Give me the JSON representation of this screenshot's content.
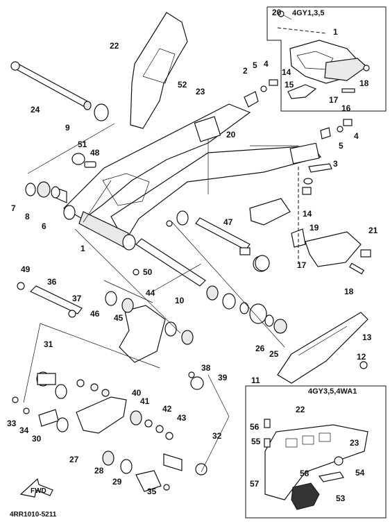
{
  "diagram": {
    "callouts": [
      {
        "n": "1"
      },
      {
        "n": "2"
      },
      {
        "n": "3"
      },
      {
        "n": "4"
      },
      {
        "n": "5"
      },
      {
        "n": "6"
      },
      {
        "n": "7"
      },
      {
        "n": "8"
      },
      {
        "n": "9"
      },
      {
        "n": "10"
      },
      {
        "n": "11"
      },
      {
        "n": "12"
      },
      {
        "n": "13"
      },
      {
        "n": "14"
      },
      {
        "n": "15"
      },
      {
        "n": "16"
      },
      {
        "n": "17"
      },
      {
        "n": "18"
      },
      {
        "n": "19"
      },
      {
        "n": "20"
      },
      {
        "n": "21"
      },
      {
        "n": "22"
      },
      {
        "n": "23"
      },
      {
        "n": "24"
      },
      {
        "n": "25"
      },
      {
        "n": "26"
      },
      {
        "n": "27"
      },
      {
        "n": "28"
      },
      {
        "n": "29"
      },
      {
        "n": "30"
      },
      {
        "n": "31"
      },
      {
        "n": "32"
      },
      {
        "n": "33"
      },
      {
        "n": "34"
      },
      {
        "n": "35"
      },
      {
        "n": "36"
      },
      {
        "n": "37"
      },
      {
        "n": "38"
      },
      {
        "n": "39"
      },
      {
        "n": "40"
      },
      {
        "n": "41"
      },
      {
        "n": "42"
      },
      {
        "n": "43"
      },
      {
        "n": "44"
      },
      {
        "n": "45"
      },
      {
        "n": "46"
      },
      {
        "n": "47"
      },
      {
        "n": "48"
      },
      {
        "n": "49"
      },
      {
        "n": "50"
      },
      {
        "n": "51"
      },
      {
        "n": "52"
      },
      {
        "n": "53"
      },
      {
        "n": "54"
      },
      {
        "n": "55"
      },
      {
        "n": "56"
      },
      {
        "n": "57"
      },
      {
        "n": "58"
      }
    ],
    "inset_top": {
      "header": "4GY1,3,5",
      "labels": [
        "20",
        "1",
        "5",
        "4",
        "14",
        "15",
        "18",
        "17",
        "16"
      ]
    },
    "inset_bottom": {
      "header": "4GY3,5,4WA1",
      "labels": [
        "22",
        "56",
        "55",
        "23",
        "57",
        "58",
        "54",
        "53"
      ]
    },
    "fwd_label": "FWD",
    "drawing_code": "4RR1010-5211"
  }
}
